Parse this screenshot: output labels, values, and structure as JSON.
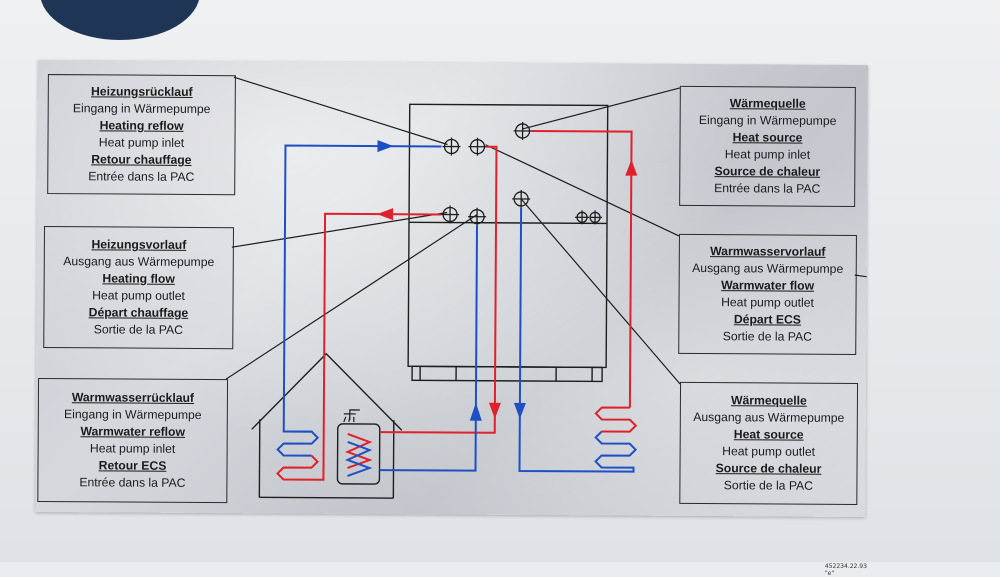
{
  "labels": {
    "heating_return": {
      "de_title": "Heizungsrücklauf",
      "de_desc": "Eingang in Wärmepumpe",
      "en_title": "Heating reflow",
      "en_desc": "Heat pump inlet",
      "fr_title": "Retour chauffage",
      "fr_desc": "Entrée dans la PAC"
    },
    "heating_flow": {
      "de_title": "Heizungsvorlauf",
      "de_desc": "Ausgang aus Wärmepumpe",
      "en_title": "Heating flow",
      "en_desc": "Heat pump outlet",
      "fr_title": "Départ chauffage",
      "fr_desc": "Sortie de la PAC"
    },
    "warmwater_return": {
      "de_title": "Warmwasserrücklauf",
      "de_desc": "Eingang in Wärmepumpe",
      "en_title": "Warmwater reflow",
      "en_desc": "Heat pump inlet",
      "fr_title": "Retour ECS",
      "fr_desc": "Entrée dans la PAC"
    },
    "heat_source_in": {
      "de_title": "Wärmequelle",
      "de_desc": "Eingang in Wärmepumpe",
      "en_title": "Heat source",
      "en_desc": "Heat pump inlet",
      "fr_title": "Source de chaleur",
      "fr_desc": "Entrée dans la PAC"
    },
    "warmwater_flow": {
      "de_title": "Warmwasservorlauf",
      "de_desc": "Ausgang aus Wärmepumpe",
      "en_title": "Warmwater flow",
      "en_desc": "Heat pump outlet",
      "fr_title": "Départ ECS",
      "fr_desc": "Sortie de la PAC"
    },
    "heat_source_out": {
      "de_title": "Wärmequelle",
      "de_desc": "Ausgang aus Wärmepumpe",
      "en_title": "Heat source",
      "en_desc": "Heat pump outlet",
      "fr_title": "Source de chaleur",
      "fr_desc": "Sortie de la PAC"
    }
  },
  "part_code": "452234.22.93 \"e\"",
  "colors": {
    "pipe_hot": "#e0202a",
    "pipe_cold": "#1f4fc4",
    "line": "#1e1e1e",
    "plate": "#c9cdd3"
  },
  "icons": [
    "heat-pump-unit",
    "house-icon",
    "hot-water-tank-icon",
    "shower-icon",
    "radiator-coil-icon",
    "connection-port-icon",
    "flow-arrow-icon"
  ]
}
